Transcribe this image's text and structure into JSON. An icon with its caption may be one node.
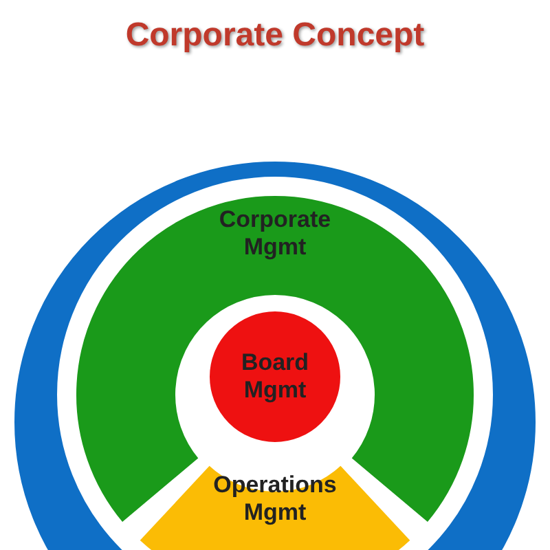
{
  "diagram": {
    "title": "Corporate Concept",
    "nodes": [
      {
        "text": [],
        "shape": "circle"
      },
      {
        "text": [
          "Corporate Mgmt"
        ],
        "in": 0
      },
      {
        "text": [
          "Board Mgmt"
        ],
        "in": 0
      },
      {
        "text": [
          "Operations Mgmt"
        ],
        "in": 0
      }
    ]
  }
}
